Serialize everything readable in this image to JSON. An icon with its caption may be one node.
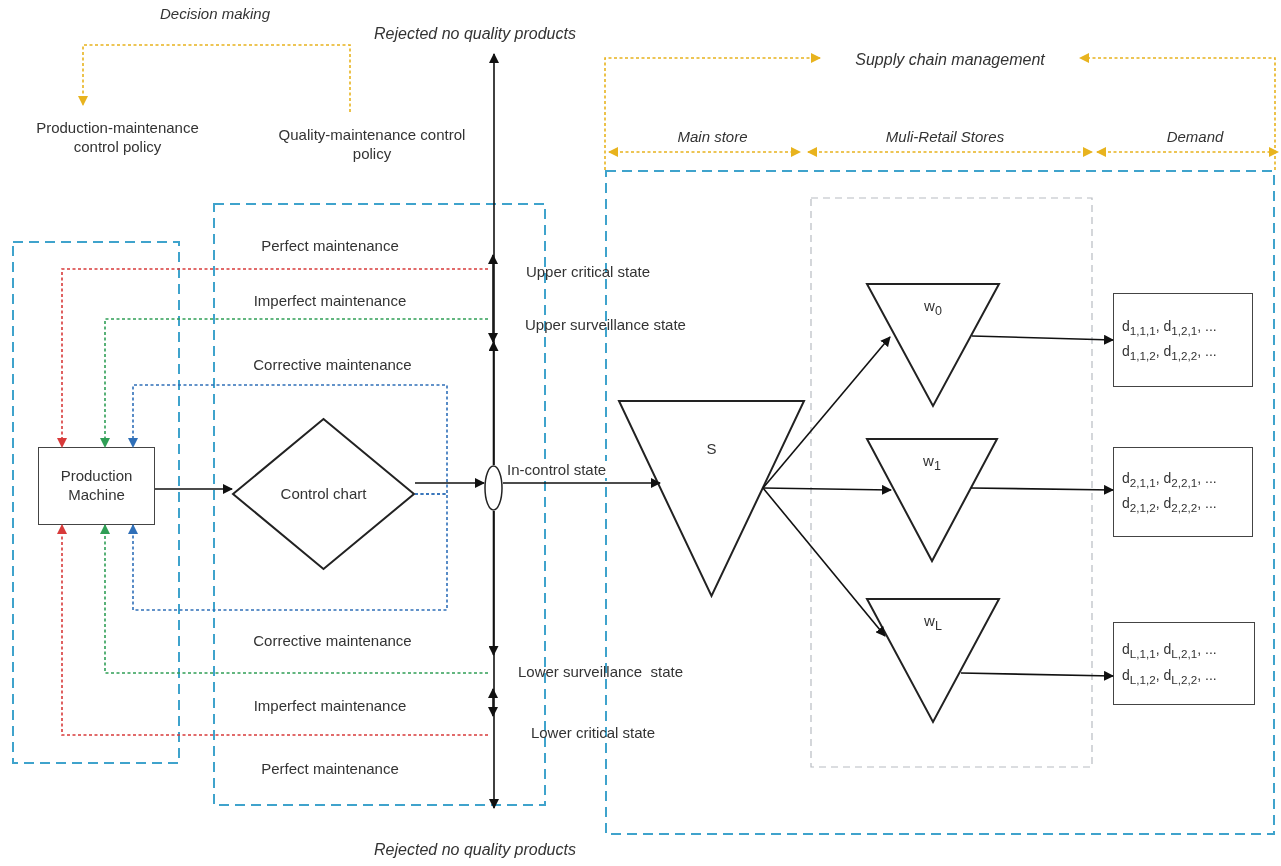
{
  "diagram": {
    "nodes": [
      {
        "text": [
          "Production-maintenance control policy"
        ]
      },
      {
        "text": [
          "Quality-maintenance control policy"
        ]
      },
      {
        "text": [
          "Rejected no quality products"
        ]
      },
      {
        "text": [
          "Supply chain management"
        ]
      },
      {
        "text": [],
        "shape": "box"
      },
      {
        "text": [
          "Production Machine"
        ],
        "in": 4
      },
      {
        "text": [],
        "shape": "box"
      },
      {
        "text": [
          "Perfect maintenance"
        ],
        "in": 6
      },
      {
        "text": [
          "Imperfect maintenance"
        ],
        "in": 6
      },
      {
        "text": [
          "Corrective maintenance"
        ],
        "in": 6
      },
      {
        "text": [
          "Control chart"
        ],
        "in": 6
      },
      {
        "text": [],
        "shape": "circle",
        "in": 6
      },
      {
        "text": [
          "Upper critical state"
        ]
      },
      {
        "text": [
          "Upper surveillance state"
        ]
      },
      {
        "text": [
          "Corrective maintenance"
        ],
        "in": 6
      },
      {
        "text": [
          "Lower surveillance  state"
        ]
      },
      {
        "text": [
          "Imperfect maintenance"
        ],
        "in": 6
      },
      {
        "text": [
          "Lower critical state"
        ]
      },
      {
        "text": [
          "Perfect maintenance"
        ],
        "in": 6
      },
      {
        "text": [
          "Rejected no quality products"
        ]
      },
      {
        "text": [],
        "shape": "box"
      },
      {
        "text": [],
        "shape": "box",
        "in": 20
      },
      {
        "text": [
          "S"
        ],
        "in": 20
      },
      {
        "text": [
          "w$_{0}$"
        ],
        "in": 21
      },
      {
        "text": [
          "w$_{1}$"
        ],
        "in": 21
      },
      {
        "text": [
          "w$_{L}$"
        ],
        "in": 21
      },
      {
        "text": [
          "d$_{1,1,1}$, d$_{1,2,1}$, ...",
          "d$_{1,1,2}$, d$_{1,2,2}$, ..."
        ],
        "in": 20
      },
      {
        "text": [
          "d$_{2,1,1}$, d$_{2,2,1}$, ...",
          "d$_{2,1,2}$, d$_{2,2,2}$, ..."
        ],
        "in": 20
      },
      {
        "text": [
          "d$_{L,1,1}$, d$_{L,2,1}$, ...",
          "d$_{L,1,2}$, d$_{L,2,2}$, ..."
        ],
        "in": 20
      }
    ],
    "edges": [
      {
        "from": 1,
        "to": 0,
        "arrow": "to",
        "style": "dashed",
        "color": "#e8b31e"
      },
      {
        "from": 5,
        "to": 10,
        "arrow": "to"
      },
      {
        "from": 10,
        "to": 11,
        "arrow": "to"
      },
      {
        "from": 11,
        "to": 2,
        "arrow": "to"
      },
      {
        "from": 11,
        "to": 19,
        "arrow": "to"
      },
      {
        "from": 11,
        "to": 22,
        "arrow": "to",
        "label": "In-control state"
      },
      {
        "from": 12,
        "to": 5,
        "arrow": "to",
        "style": "dashed",
        "color": "#d83a3a"
      },
      {
        "from": 13,
        "to": 5,
        "arrow": "to",
        "style": "dashed",
        "color": "#2f9e55"
      },
      {
        "from": 10,
        "to": 5,
        "arrow": "to",
        "style": "dashed",
        "color": "#2f6fb8"
      },
      {
        "from": 10,
        "to": 5,
        "arrow": "to",
        "style": "dashed",
        "color": "#2f6fb8"
      },
      {
        "from": 15,
        "to": 5,
        "arrow": "to",
        "style": "dashed",
        "color": "#2f9e55"
      },
      {
        "from": 17,
        "to": 5,
        "arrow": "to",
        "style": "dashed",
        "color": "#d83a3a"
      },
      {
        "from": 22,
        "to": 23,
        "arrow": "to"
      },
      {
        "from": 22,
        "to": 24,
        "arrow": "to"
      },
      {
        "from": 22,
        "to": 25,
        "arrow": "to"
      },
      {
        "from": 23,
        "to": 26,
        "arrow": "to"
      },
      {
        "from": 24,
        "to": 27,
        "arrow": "to"
      },
      {
        "from": 25,
        "to": 28,
        "arrow": "to"
      },
      {
        "from": 20,
        "to": 3,
        "arrow": "to",
        "style": "dashed",
        "color": "#e8b31e"
      },
      {
        "from": 20,
        "to": 3,
        "arrow": "to",
        "style": "dashed",
        "color": "#e8b31e"
      },
      {
        "from": 11,
        "to": 13,
        "arrow": "to"
      },
      {
        "from": 13,
        "to": 12,
        "arrow": "both"
      },
      {
        "from": 11,
        "to": 15,
        "arrow": "to"
      },
      {
        "from": 15,
        "to": 17,
        "arrow": "both"
      }
    ],
    "labels": [
      "Decision making",
      "Main store",
      "Muli-Retail Stores",
      "Demand"
    ]
  }
}
